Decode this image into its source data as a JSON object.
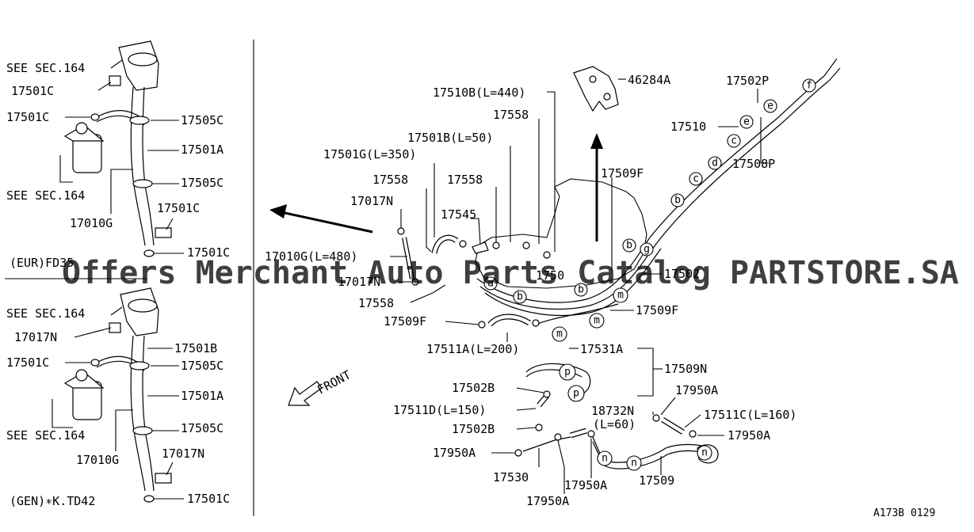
{
  "left_top": {
    "see_sec_upper": "SEE SEC.164",
    "c_upper": "17501C",
    "c_left": "17501C",
    "clip_upper": "17505C",
    "tube_a": "17501A",
    "clip_lower": "17505C",
    "see_sec_lower": "SEE SEC.164",
    "c_right": "17501C",
    "hose_g": "17010G",
    "c_bottom": "17501C",
    "variant": "(EUR)FD35"
  },
  "left_bottom": {
    "see_sec_upper": "SEE SEC.164",
    "n_upper": "17017N",
    "tube_b": "17501B",
    "c_left": "17501C",
    "clip_upper": "17505C",
    "tube_a": "17501A",
    "see_sec_lower": "SEE SEC.164",
    "clip_lower": "17505C",
    "hose_g": "17010G",
    "n_right": "17017N",
    "c_bottom": "17501C",
    "variant": "(GEN)∗K.TD42"
  },
  "main": {
    "bracket_46284a": "46284A",
    "tube_17510b": "17510B(L=440)",
    "clamp_17558_a": "17558",
    "tube_17501b": "17501B(L=50)",
    "hose_17501g": "17501G(L=350)",
    "clamp_17558_b": "17558",
    "clamp_17558_c": "17558",
    "clip_17017n_a": "17017N",
    "clip_17545": "17545",
    "hose_17010g": "17010G(L=480)",
    "clip_17017n_b": "17017N",
    "clamp_17558_d": "17558",
    "tube_17509f_top": "17509F",
    "tube_17509f_left": "17509F",
    "tube_17509f_right": "17509F",
    "tube_17502_right": "17502",
    "tube_17502_dup": "1750",
    "clamp_17502p": "17502P",
    "tube_17510": "17510",
    "clamp_17508p": "17508P",
    "hose_17511a": "17511A(L=200)",
    "tube_17531a": "17531A",
    "tube_17509n": "17509N",
    "clamp_17502b_a": "17502B",
    "hose_17511d": "17511D(L=150)",
    "clamp_17502b_b": "17502B",
    "hose_18732n": "18732N",
    "hose_18732n_len": "(L=60)",
    "clip_17950a_top": "17950A",
    "hose_17511c": "17511C(L=160)",
    "clip_17950a_right": "17950A",
    "clip_17950a_left": "17950A",
    "tube_17530": "17530",
    "clip_17950a_mid": "17950A",
    "tube_17509": "17509",
    "clip_17950a_bottom": "17950A",
    "front": "FRONT",
    "code": "A173B 0129"
  },
  "callouts": [
    "a",
    "b",
    "b",
    "b",
    "b",
    "c",
    "c",
    "d",
    "e",
    "e",
    "f",
    "g",
    "m",
    "m",
    "m",
    "n",
    "n",
    "n",
    "p",
    "p"
  ],
  "watermark": "Offers Merchant Auto Parts Catalog PARTSTORE.SA"
}
